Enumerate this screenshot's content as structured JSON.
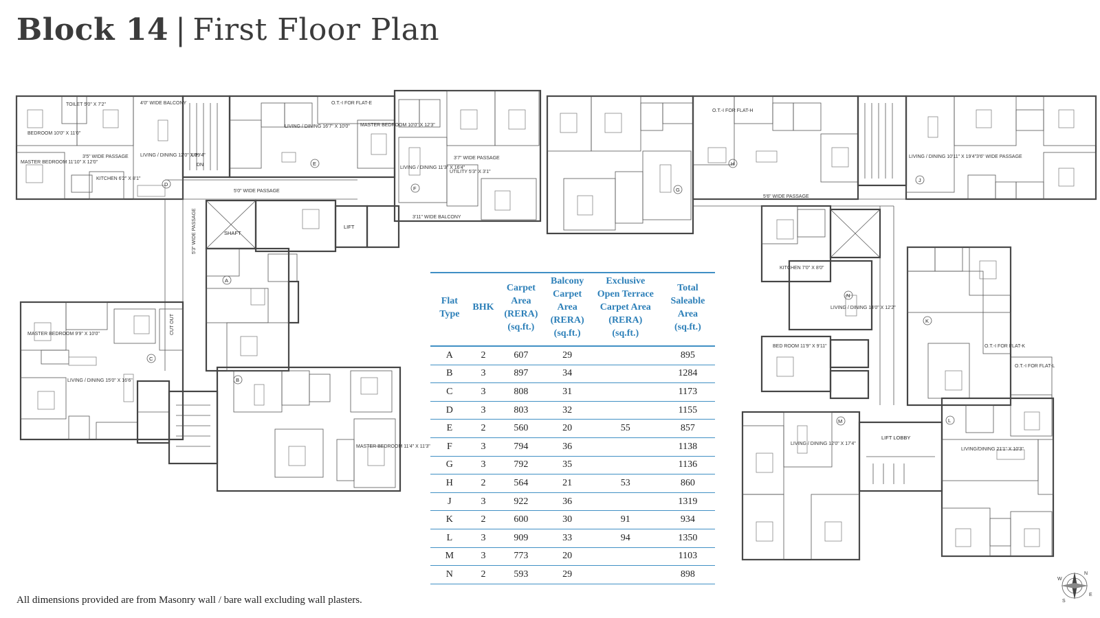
{
  "title": {
    "block": "Block 14",
    "separator": "|",
    "plan": "First Floor Plan"
  },
  "footnote": "All dimensions provided are from Masonry wall / bare wall excluding wall plasters.",
  "table": {
    "headers": {
      "flat_type": [
        "Flat",
        "Type"
      ],
      "bhk": [
        "BHK"
      ],
      "carpet": [
        "Carpet",
        "Area",
        "(RERA)",
        "(sq.ft.)"
      ],
      "balcony": [
        "Balcony",
        "Carpet",
        "Area",
        "(RERA)",
        "(sq.ft.)"
      ],
      "terrace": [
        "Exclusive",
        "Open Terrace",
        "Carpet Area",
        "(RERA)",
        "(sq.ft.)"
      ],
      "saleable": [
        "Total",
        "Saleable",
        "Area",
        "(sq.ft.)"
      ]
    },
    "rows": [
      {
        "type": "A",
        "bhk": "2",
        "carpet": "607",
        "balcony": "29",
        "terrace": "",
        "saleable": "895"
      },
      {
        "type": "B",
        "bhk": "3",
        "carpet": "897",
        "balcony": "34",
        "terrace": "",
        "saleable": "1284"
      },
      {
        "type": "C",
        "bhk": "3",
        "carpet": "808",
        "balcony": "31",
        "terrace": "",
        "saleable": "1173"
      },
      {
        "type": "D",
        "bhk": "3",
        "carpet": "803",
        "balcony": "32",
        "terrace": "",
        "saleable": "1155"
      },
      {
        "type": "E",
        "bhk": "2",
        "carpet": "560",
        "balcony": "20",
        "terrace": "55",
        "saleable": "857"
      },
      {
        "type": "F",
        "bhk": "3",
        "carpet": "794",
        "balcony": "36",
        "terrace": "",
        "saleable": "1138"
      },
      {
        "type": "G",
        "bhk": "3",
        "carpet": "792",
        "balcony": "35",
        "terrace": "",
        "saleable": "1136"
      },
      {
        "type": "H",
        "bhk": "2",
        "carpet": "564",
        "balcony": "21",
        "terrace": "53",
        "saleable": "860"
      },
      {
        "type": "J",
        "bhk": "3",
        "carpet": "922",
        "balcony": "36",
        "terrace": "",
        "saleable": "1319"
      },
      {
        "type": "K",
        "bhk": "2",
        "carpet": "600",
        "balcony": "30",
        "terrace": "91",
        "saleable": "934"
      },
      {
        "type": "L",
        "bhk": "3",
        "carpet": "909",
        "balcony": "33",
        "terrace": "94",
        "saleable": "1350"
      },
      {
        "type": "M",
        "bhk": "3",
        "carpet": "773",
        "balcony": "20",
        "terrace": "",
        "saleable": "1103"
      },
      {
        "type": "N",
        "bhk": "2",
        "carpet": "593",
        "balcony": "29",
        "terrace": "",
        "saleable": "898"
      }
    ]
  },
  "flat_markers": [
    "A",
    "B",
    "C",
    "D",
    "E",
    "F",
    "G",
    "H",
    "J",
    "K",
    "L",
    "M",
    "N"
  ],
  "room_labels": [
    "TOILET 5'0\" X 7'2\"",
    "BEDROOM 10'0\" X 11'0\"",
    "4'0\" WIDE BALCONY",
    "MASTER BEDROOM 11'10\" X 12'0\"",
    "3'5\" WIDE PASSAGE",
    "LIVING / DINING 12'0\" X 19'4\"",
    "KITCHEN 6'2\" X 8'1\"",
    "UP",
    "DN",
    "5'0\" WIDE PASSAGE",
    "5'3\" WIDE PASSAGE",
    "SHAFT",
    "LIFT",
    "LIFT LOBBY",
    "O.T.-I FOR FLAT-E",
    "LIVING / DINING 16'7\" X 10'0\"",
    "MASTER BEDROOM 10'0\" X 12'3\"",
    "3'7\" WIDE PASSAGE",
    "UTILITY 5'3\" X 3'1\"",
    "LIVING / DINING 11'3\" X 16'4\"",
    "3'11\" WIDE BALCONY",
    "O.T.-I FOR FLAT-H",
    "5'6\" WIDE PASSAGE",
    "LIVING / DINING 10'11\" X 19'4\"",
    "3'6\" WIDE PASSAGE",
    "O.T.-I FOR FLAT-K",
    "O.T.-I FOR FLAT-L",
    "LIVING/DINING 21'1\" X 10'3\"",
    "LIVING / DINING 12'0\" X 17'4\"",
    "LIVING / DINING 14'0\" X 12'2\"",
    "CUT OUT",
    "MASTER BEDROOM 9'9\" X 10'0\"",
    "LIVING / DINING 15'0\" X 16'6\"",
    "MASTER BEDROOM 11'4\" X 11'3\"",
    "BED ROOM 11'9\" X 9'11\"",
    "KITCHEN 7'0\" X 8'0\""
  ],
  "compass": {
    "north": "N",
    "east": "E",
    "south": "S",
    "west": "W"
  }
}
